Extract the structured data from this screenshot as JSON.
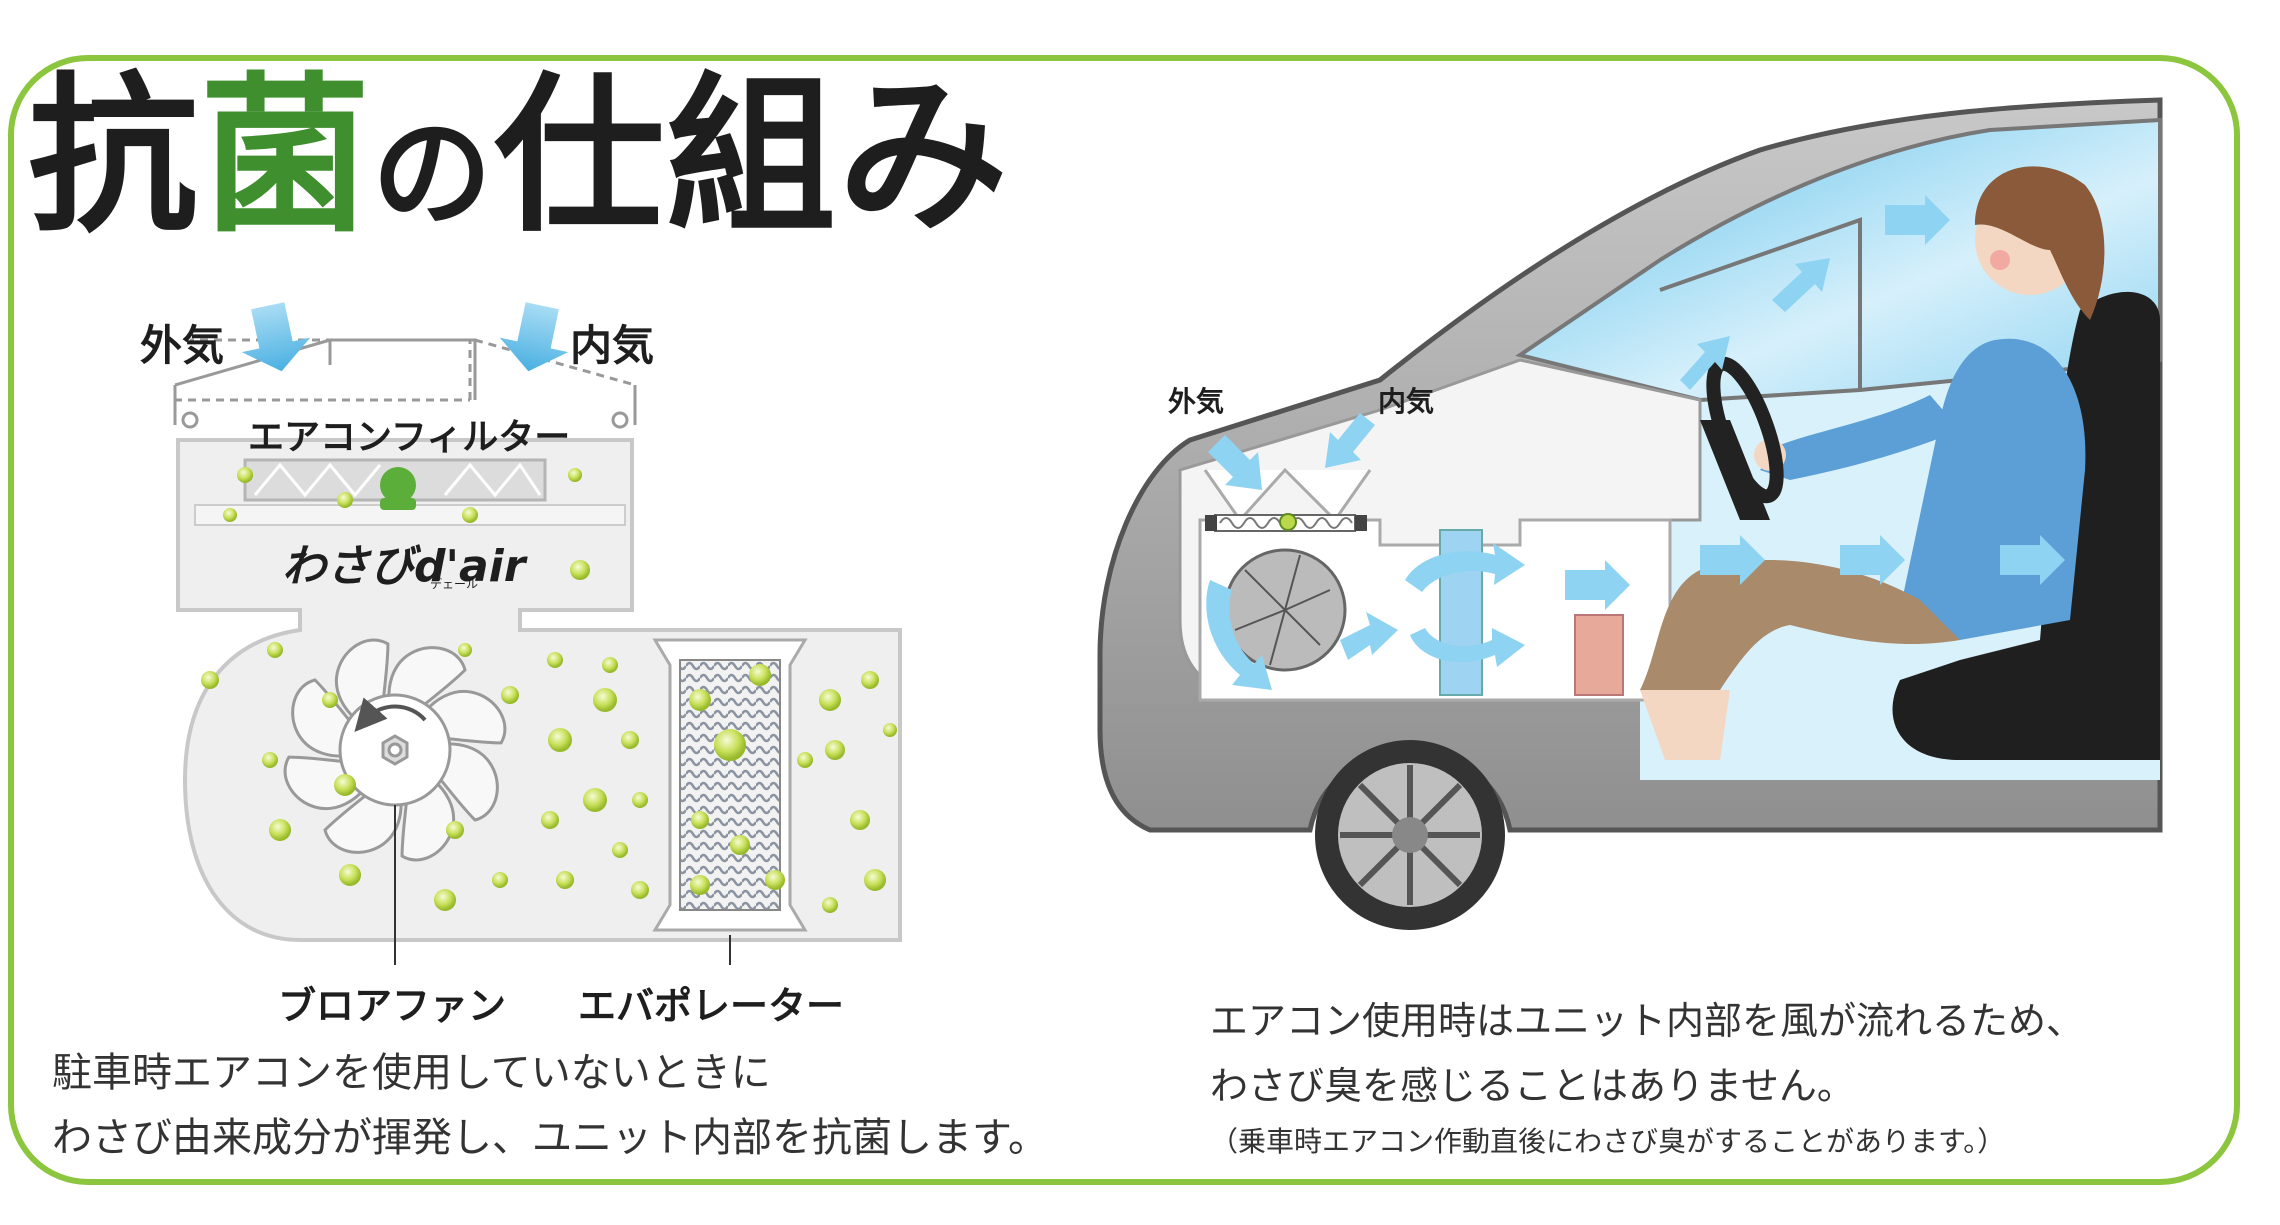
{
  "title": {
    "part1": "抗",
    "part2": "菌",
    "part3": "の",
    "part4": "仕組み"
  },
  "left_diagram": {
    "outside_air": "外気",
    "inside_air": "内気",
    "filter_label": "エアコンフィルター",
    "brand_main": "わさびd'air",
    "brand_sub": "デェール",
    "blower_fan": "ブロアファン",
    "evaporator": "エバポレーター"
  },
  "left_caption": {
    "line1": "駐車時エアコンを使用していないときに",
    "line2": "わさび由来成分が揮発し、ユニット内部を抗菌します。"
  },
  "right_diagram": {
    "outside_air": "外気",
    "inside_air": "内気"
  },
  "right_caption": {
    "line1": "エアコン使用時はユニット内部を風が流れるため、",
    "line2": "わさび臭を感じることはありません。",
    "line3": "（乗車時エアコン作動直後にわさび臭がすることがあります。）"
  },
  "colors": {
    "frame": "#8cc63f",
    "accent_green": "#3f8f2e",
    "air_blue": "#6cc2ea",
    "wasabi": "#c8e05a"
  }
}
